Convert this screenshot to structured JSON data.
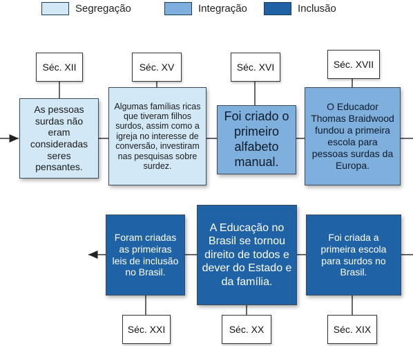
{
  "legend": [
    {
      "label": "Segregação",
      "color": "#d3e8f7"
    },
    {
      "label": "Integração",
      "color": "#7fafdd"
    },
    {
      "label": "Inclusão",
      "color": "#1f63a6"
    }
  ],
  "centuries": {
    "c12": "Séc. XII",
    "c15": "Séc. XV",
    "c16": "Séc. XVI",
    "c17": "Séc. XVII",
    "c19": "Séc. XIX",
    "c20": "Séc. XX",
    "c21": "Séc. XXI"
  },
  "events": {
    "c12": "As pessoas surdas não eram consideradas seres pensantes.",
    "c15": "Algumas famílias ricas que tiveram filhos surdos, assim como a igreja no interesse de conversão, investiram nas pesquisas sobre surdez.",
    "c16": "Foi criado o primeiro alfabeto manual.",
    "c17": "O Educador Thomas Braidwood fundou a primeira escola para pessoas surdas da Europa.",
    "c19": "Foi criada a primeira escola para surdos no Brasil.",
    "c20": "A Educação no Brasil se tornou direito de todos e dever do Estado e da família.",
    "c21": "Foram criadas as primeiras leis de inclusão no Brasil."
  }
}
